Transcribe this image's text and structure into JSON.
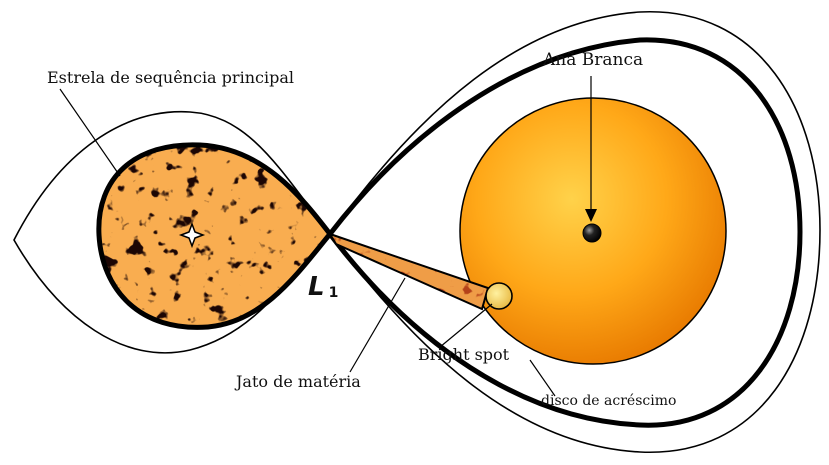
{
  "labels": {
    "star": "Estrela de sequência principal",
    "white_dwarf": "Anã Branca",
    "jet": "Jato de matéria",
    "bright_spot": "Bright spot",
    "disk": "disco de acréscimo",
    "lagrange_letter": "L",
    "lagrange_index": "1"
  },
  "colors": {
    "outline": "#000000",
    "star_base": "#1c0604",
    "star_veins": "#f07818",
    "disk_center": "#ffd24a",
    "disk_edge": "#e87a00",
    "white_dwarf": "#111111",
    "bright_spot": "#f2c84a",
    "jet": "#b4421a"
  },
  "icons": {
    "star_center": "four-point-star-icon"
  }
}
